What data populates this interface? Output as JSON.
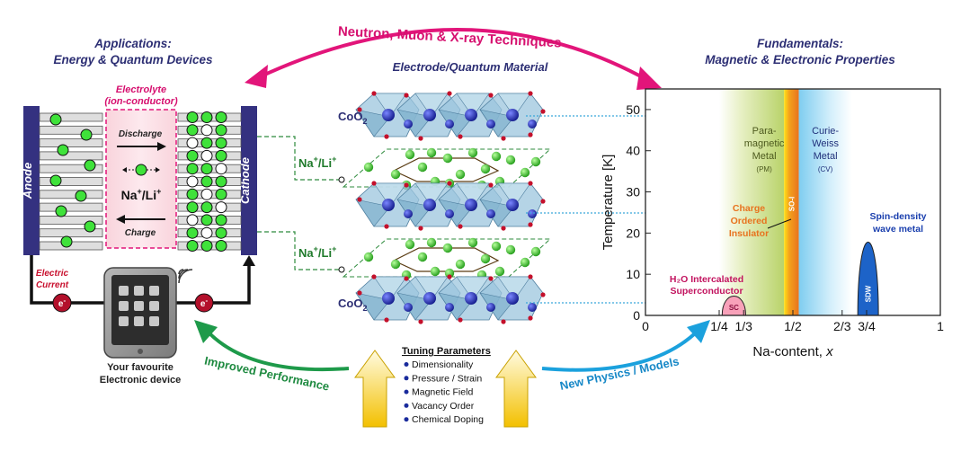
{
  "header": {
    "techniques": "Neutron, Muon & X-ray Techniques",
    "applications_line1": "Applications:",
    "applications_line2": "Energy & Quantum Devices",
    "fundamentals_line1": "Fundamentals:",
    "fundamentals_line2": "Magnetic & Electronic Properties",
    "material": "Electrode/Quantum Material"
  },
  "battery": {
    "electrolyte_line1": "Electrolyte",
    "electrolyte_line2": "(ion-conductor)",
    "discharge": "Discharge",
    "charge": "Charge",
    "ions": "Na",
    "ions_sup": "+",
    "ions_sep": "/Li",
    "ions_sup2": "+",
    "anode": "Anode",
    "cathode": "Cathode",
    "electric_line1": "Electric",
    "electric_line2": "Current",
    "electron_left": "e",
    "electron_right": "e",
    "electron_sup": "-",
    "device_line1": "Your favourite",
    "device_line2": "Electronic device"
  },
  "structure": {
    "coo2_top": "CoO",
    "coo2_sub": "2",
    "nali_top": "Na",
    "nali_sup": "+",
    "nali_mid": "/Li",
    "nali_sup2": "+",
    "coo2_bottom": "CoO",
    "coo2_bottom_sub": "2"
  },
  "arrows": {
    "improved": "Improved Performance",
    "new_physics": "New Physics / Models"
  },
  "tuning": {
    "title": "Tuning Parameters",
    "items": [
      "Dimensionality",
      "Pressure / Strain",
      "Magnetic Field",
      "Vacancy Order",
      "Chemical Doping"
    ]
  },
  "chart_data": {
    "type": "area",
    "xlabel_main": "Na-content, ",
    "xlabel_var": "x",
    "ylabel": "Temperature [K]",
    "xlim": [
      0,
      1
    ],
    "ylim": [
      0,
      55
    ],
    "y_ticks": [
      0,
      10,
      20,
      30,
      40,
      50
    ],
    "x_ticks": [
      {
        "x": 0,
        "label": "0"
      },
      {
        "x": 0.25,
        "label": "1/4"
      },
      {
        "x": 0.333,
        "label": "1/3"
      },
      {
        "x": 0.5,
        "label": "1/2"
      },
      {
        "x": 0.667,
        "label": "2/3"
      },
      {
        "x": 0.75,
        "label": "3/4"
      },
      {
        "x": 1,
        "label": "1"
      }
    ],
    "regions": [
      {
        "name": "PM",
        "label_lines": [
          "Para-",
          "magnetic",
          "Metal"
        ],
        "abbr": "(PM)",
        "x": [
          0.25,
          0.47
        ],
        "color": "#c5dc7a"
      },
      {
        "name": "SO-I",
        "label": "SO-I",
        "x": [
          0.47,
          0.52
        ],
        "color": "#f2a81b"
      },
      {
        "name": "CV",
        "label_lines": [
          "Curie-",
          "Weiss",
          "Metal"
        ],
        "abbr": "(CV)",
        "x": [
          0.52,
          0.7
        ],
        "color": "#aee1f7"
      }
    ],
    "domes": [
      {
        "name": "SC",
        "label": "SC",
        "x_range": [
          0.26,
          0.34
        ],
        "peak_T": 4.5,
        "color": "#f8a1b9"
      },
      {
        "name": "SDW",
        "label": "SDW",
        "x_range": [
          0.72,
          0.79
        ],
        "peak_T": 22,
        "color": "#1d63c8"
      }
    ],
    "annotations": {
      "sc_line1": "H₂O Intercalated",
      "sc_line2": "Superconductor",
      "co_line1": "Charge",
      "co_line2": "Ordered",
      "co_line3": "Insulator",
      "sdw_line1": "Spin-density",
      "sdw_line2": "wave metal"
    }
  }
}
